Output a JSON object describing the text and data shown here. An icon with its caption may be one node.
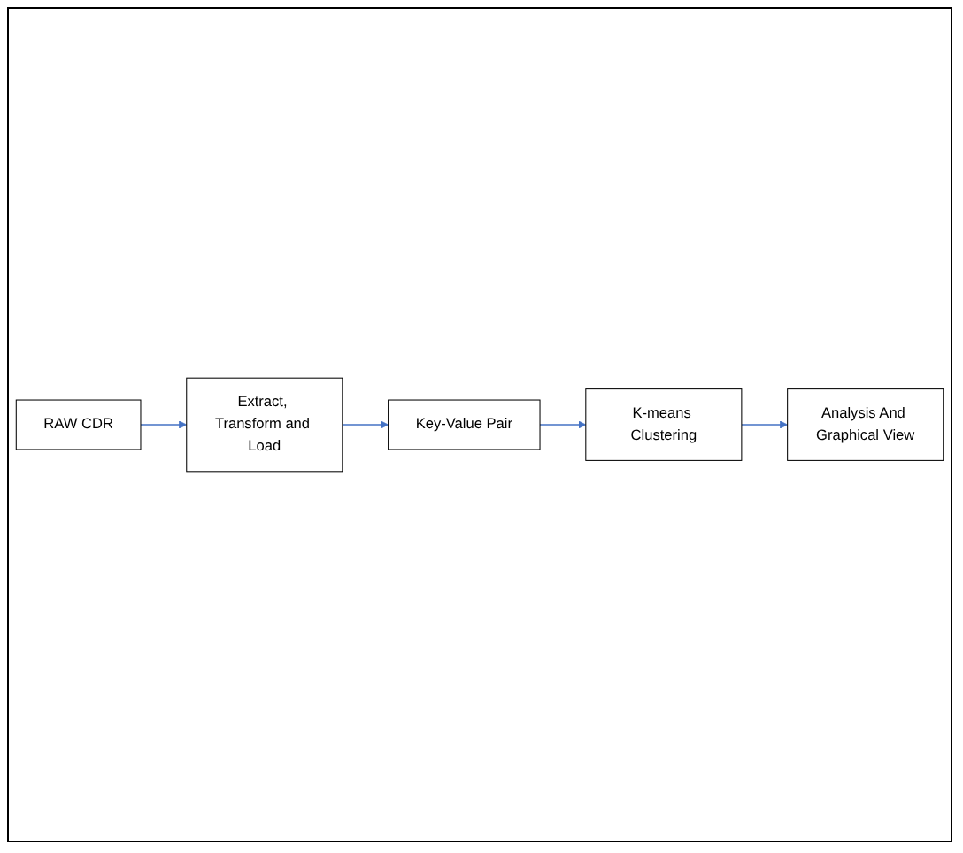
{
  "diagram": {
    "nodes": [
      {
        "text": [
          "RAW CDR"
        ]
      },
      {
        "text": [
          "Extract, Transform and Load"
        ]
      },
      {
        "text": [
          "Key-Value Pair"
        ]
      },
      {
        "text": [
          "K-means Clustering"
        ]
      },
      {
        "text": [
          "Analysis And Graphical View"
        ]
      }
    ],
    "edges": [
      {
        "from": 0,
        "to": 1,
        "arrow": "to"
      },
      {
        "from": 1,
        "to": 2,
        "arrow": "to"
      },
      {
        "from": 2,
        "to": 3,
        "arrow": "to"
      },
      {
        "from": 3,
        "to": 4,
        "arrow": "to"
      }
    ]
  }
}
